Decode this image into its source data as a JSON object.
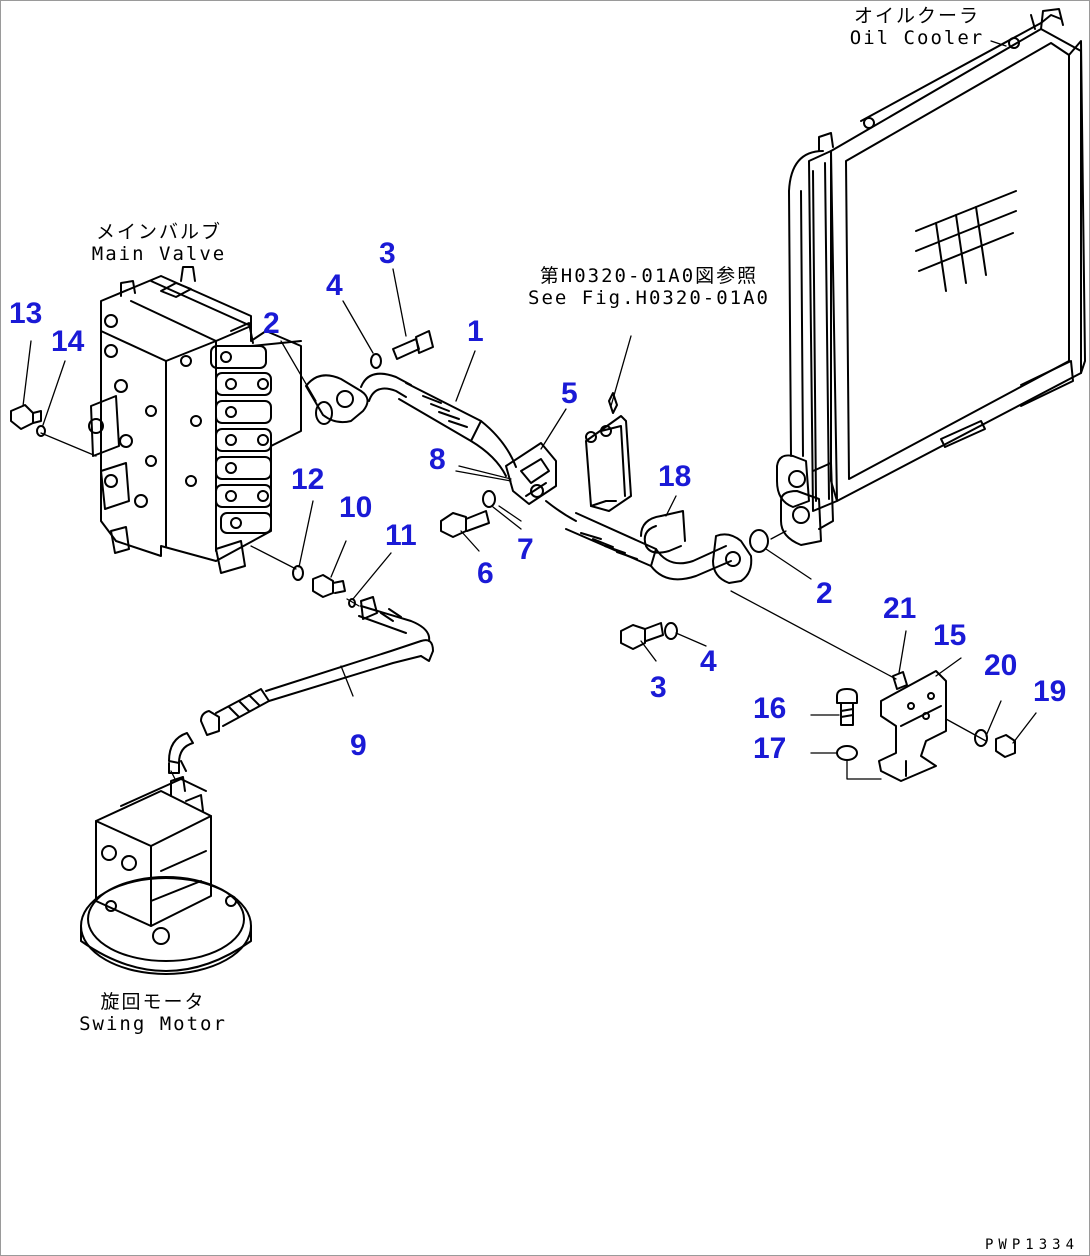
{
  "accent_color": "#1a1ad6",
  "line_color": "#000000",
  "components": {
    "main_valve": {
      "jp": "メインバルブ",
      "en": "Main Valve"
    },
    "oil_cooler": {
      "jp": "オイルクーラ",
      "en": "Oil Cooler"
    },
    "swing_motor": {
      "jp": "旋回モータ",
      "en": "Swing Motor"
    },
    "reference": {
      "jp": "第H0320-01A0図参照",
      "en": "See Fig.H0320-01A0"
    }
  },
  "callouts": {
    "c1": "1",
    "c2a": "2",
    "c2b": "2",
    "c3a": "3",
    "c3b": "3",
    "c4a": "4",
    "c4b": "4",
    "c5": "5",
    "c6": "6",
    "c7": "7",
    "c8": "8",
    "c9": "9",
    "c10": "10",
    "c11": "11",
    "c12": "12",
    "c13": "13",
    "c14": "14",
    "c15": "15",
    "c16": "16",
    "c17": "17",
    "c18": "18",
    "c19": "19",
    "c20": "20",
    "c21": "21"
  },
  "drawing_code": "PWP1334"
}
